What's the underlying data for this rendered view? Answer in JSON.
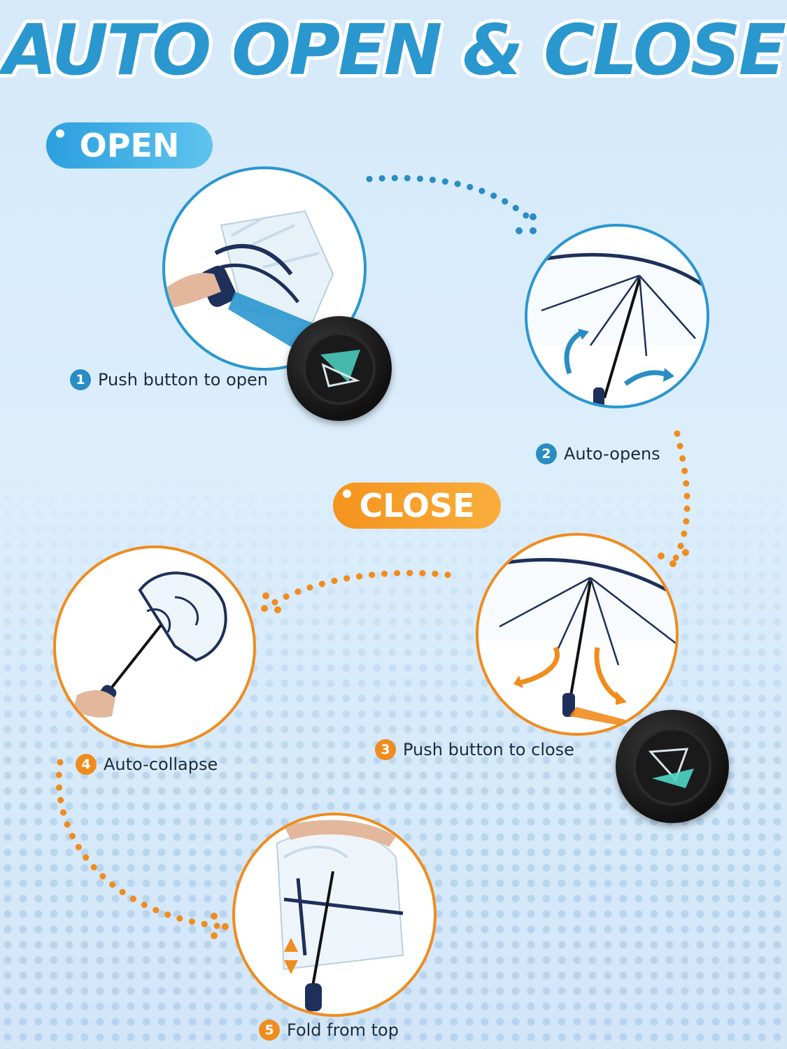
{
  "title": "AUTO OPEN & CLOSE",
  "sections": {
    "open_label": "OPEN",
    "close_label": "CLOSE"
  },
  "steps": [
    {
      "number": "1",
      "text": "Push button to open"
    },
    {
      "number": "2",
      "text": "Auto-opens"
    },
    {
      "number": "3",
      "text": "Push button to close"
    },
    {
      "number": "4",
      "text": "Auto-collapse"
    },
    {
      "number": "5",
      "text": "Fold from top"
    }
  ],
  "colors": {
    "blue_accent": "#2a97cf",
    "orange_accent": "#f08c1e",
    "umbrella_trim": "#1e2f5a",
    "button_arrow": "#4fd6c8"
  },
  "icons": [
    "umbrella-closed-icon",
    "umbrella-open-icon",
    "push-button-icon",
    "curved-arrow-icon",
    "dotted-flow-arrow-icon"
  ]
}
